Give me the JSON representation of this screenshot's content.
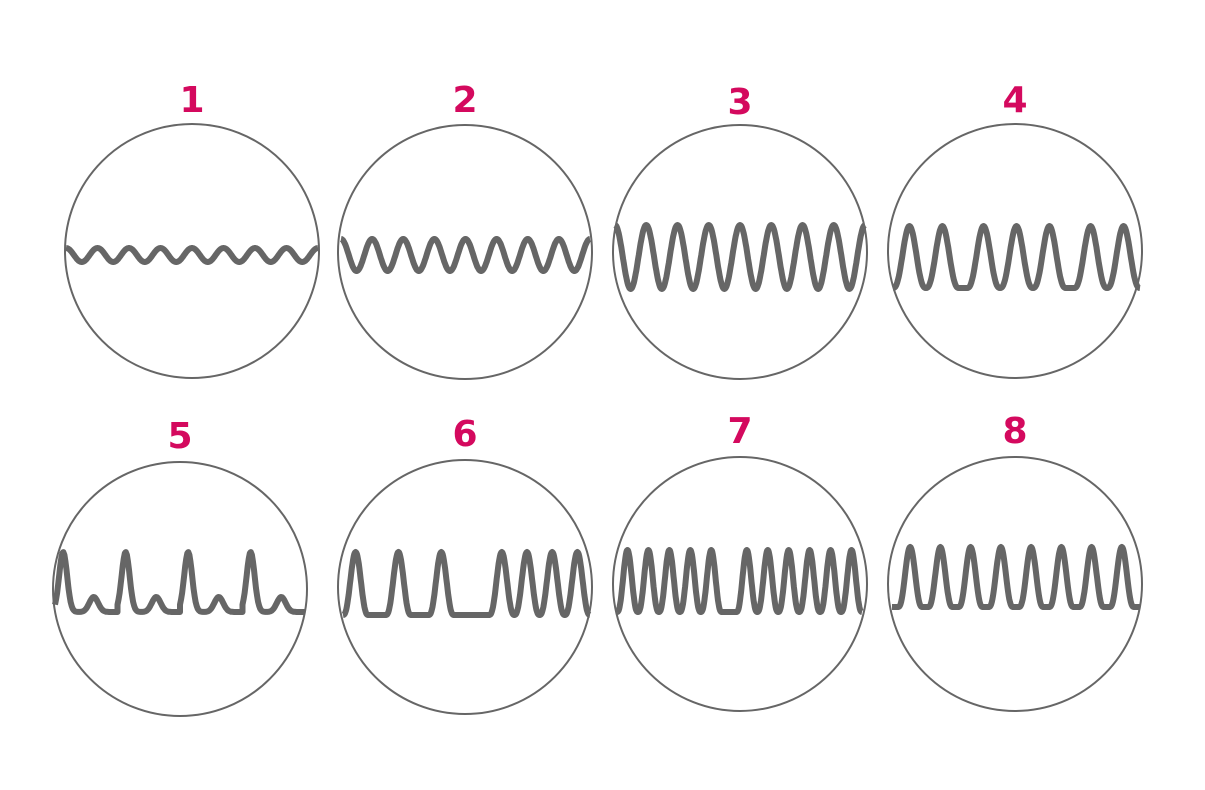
{
  "panels": [
    {
      "label": "1"
    },
    {
      "label": "2"
    },
    {
      "label": "3"
    },
    {
      "label": "4"
    },
    {
      "label": "5"
    },
    {
      "label": "6"
    },
    {
      "label": "7"
    },
    {
      "label": "8"
    }
  ],
  "colors": {
    "label": "#d4095e",
    "stroke": "#666666",
    "wave": "#666666"
  }
}
